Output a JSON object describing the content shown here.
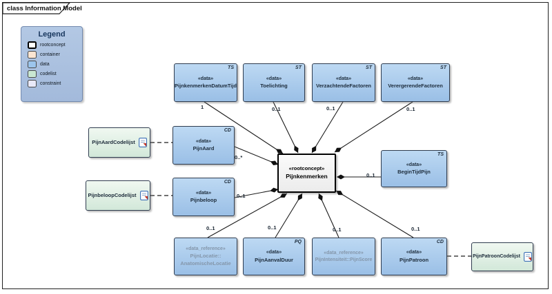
{
  "frame": {
    "title": "class Information Model"
  },
  "legend": {
    "title": "Legend",
    "items": [
      {
        "label": "rootconcept",
        "color": "#FFFFFF"
      },
      {
        "label": "container",
        "color": "#FBE5D2"
      },
      {
        "label": "data",
        "color": "#9CC5EC"
      },
      {
        "label": "codelist",
        "color": "#C9E7D2"
      },
      {
        "label": "constraint",
        "color": "#E9E9F8"
      }
    ]
  },
  "nodes": {
    "pijnkenmerken_datumtijd": {
      "stereotype": "«data»",
      "name": "PijnkenmerkenDatumTijd",
      "type_code": "TS"
    },
    "toelichting": {
      "stereotype": "«data»",
      "name": "Toelichting",
      "type_code": "ST"
    },
    "verzachtende_factoren": {
      "stereotype": "«data»",
      "name": "VerzachtendeFactoren",
      "type_code": "ST"
    },
    "verergerende_factoren": {
      "stereotype": "«data»",
      "name": "VerergerendeFactoren",
      "type_code": "ST"
    },
    "pijnaard_codelijst": {
      "name": "PijnAardCodelijst",
      "icon": "document-icon"
    },
    "pijn_aard": {
      "stereotype": "«data»",
      "name": "PijnAard",
      "type_code": "CD"
    },
    "pijnbeloop_codelijst": {
      "name": "PijnbeloopCodelijst",
      "icon": "document-icon"
    },
    "pijnbeloop": {
      "stereotype": "«data»",
      "name": "Pijnbeloop",
      "type_code": "CD"
    },
    "pijnkenmerken": {
      "stereotype": "«rootconcept»",
      "name": "Pijnkenmerken"
    },
    "begintijd_pijn": {
      "stereotype": "«data»",
      "name": "BeginTijdPijn",
      "type_code": "TS"
    },
    "anatomische_locatie": {
      "stereotype": "«data_reference»",
      "name_line1": "PijnLocatie::",
      "name_line2": "AnatomischeLocatie"
    },
    "pijn_aanval_duur": {
      "stereotype": "«data»",
      "name": "PijnAanvalDuur",
      "type_code": "PQ"
    },
    "pijn_score": {
      "stereotype": "«data_reference»",
      "name": "PijnIntensiteit::PijnScore"
    },
    "pijn_patroon": {
      "stereotype": "«data»",
      "name": "PijnPatroon",
      "type_code": "CD"
    },
    "pijnpatroon_codelijst": {
      "name": "PijnPatroonCodelijst",
      "icon": "document-icon"
    }
  },
  "multiplicities": {
    "pijnkenmerken_datumtijd": "1",
    "toelichting": "0..1",
    "verzachtende_factoren": "0..1",
    "verergerende_factoren": "0..1",
    "pijn_aard": "0..*",
    "pijnbeloop": "0..1",
    "begintijd_pijn": "0..1",
    "anatomische_locatie": "0..1",
    "pijn_aanval_duur": "0..1",
    "pijn_score": "0..1",
    "pijn_patroon": "0..1"
  },
  "colors": {
    "data_fill_top": "#BDD9F3",
    "data_fill_bottom": "#9ABFE6",
    "codelist_fill_top": "#F0F8F1",
    "codelist_fill_bottom": "#D2E8D9",
    "root_fill": "#F2F2F2",
    "reference_text": "#8496AA",
    "node_text": "#1C2B3A",
    "legend_bg": "#A9BFDE",
    "connector": "#1a1a1a"
  }
}
